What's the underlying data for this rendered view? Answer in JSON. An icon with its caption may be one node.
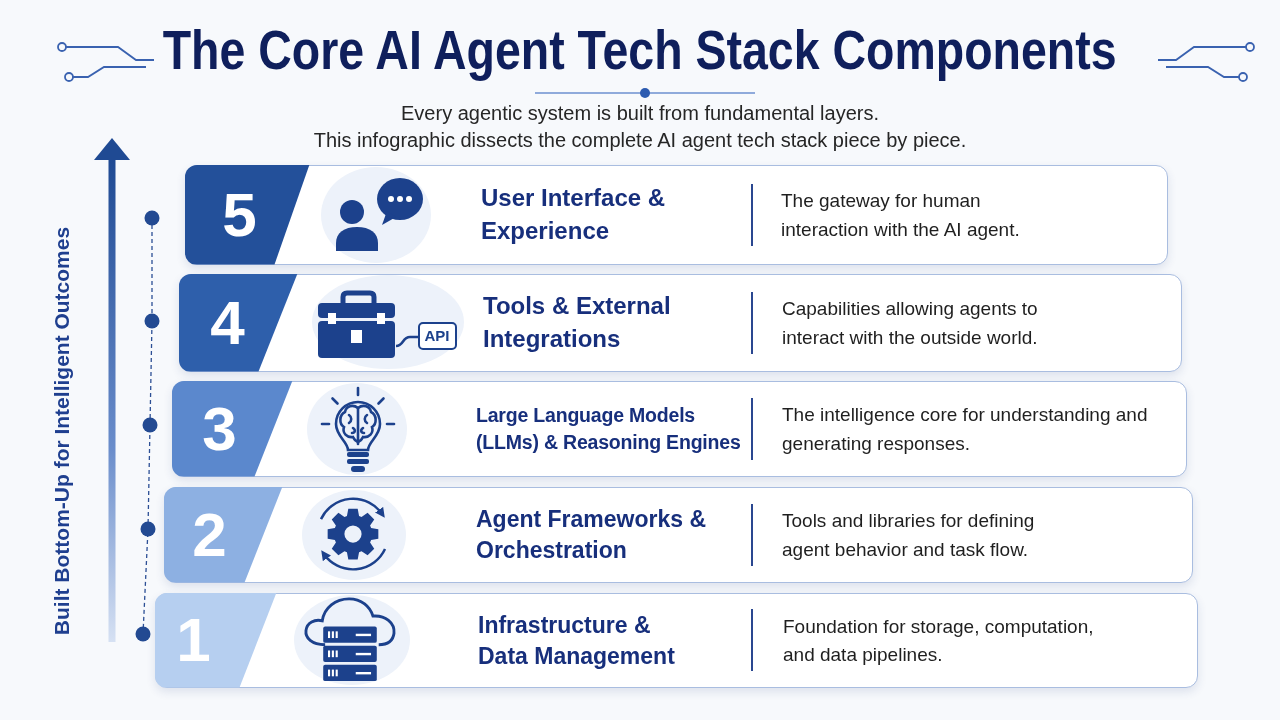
{
  "diagram": {
    "title": "The Core AI Agent Tech Stack Components",
    "nodes": [
      {
        "text": [
          "5",
          "User Interface & Experience",
          "The gateway for human interaction with the AI agent."
        ]
      },
      {
        "text": [
          "4",
          "API",
          "Tools & External Integrations",
          "Capabilities allowing agents to interact with the outside world."
        ]
      },
      {
        "text": [
          "3",
          "Large Language Models (LLMs) & Reasoning Engines",
          "The intelligence core for understanding and generating responses."
        ]
      },
      {
        "text": [
          "2",
          "Agent Frameworks & Orchestration",
          "Tools and libraries for defining agent behavior and task flow."
        ]
      },
      {
        "text": [
          "1",
          "Infrastructure & Data Management",
          "Foundation for storage, computation, and data pipelines."
        ]
      }
    ],
    "labels": [
      "Every agentic system is built from fundamental layers.",
      "This infographic dissects the complete AI agent tech stack piece by piece.",
      "Built Bottom-Up for Intelligent Outcomes"
    ]
  }
}
